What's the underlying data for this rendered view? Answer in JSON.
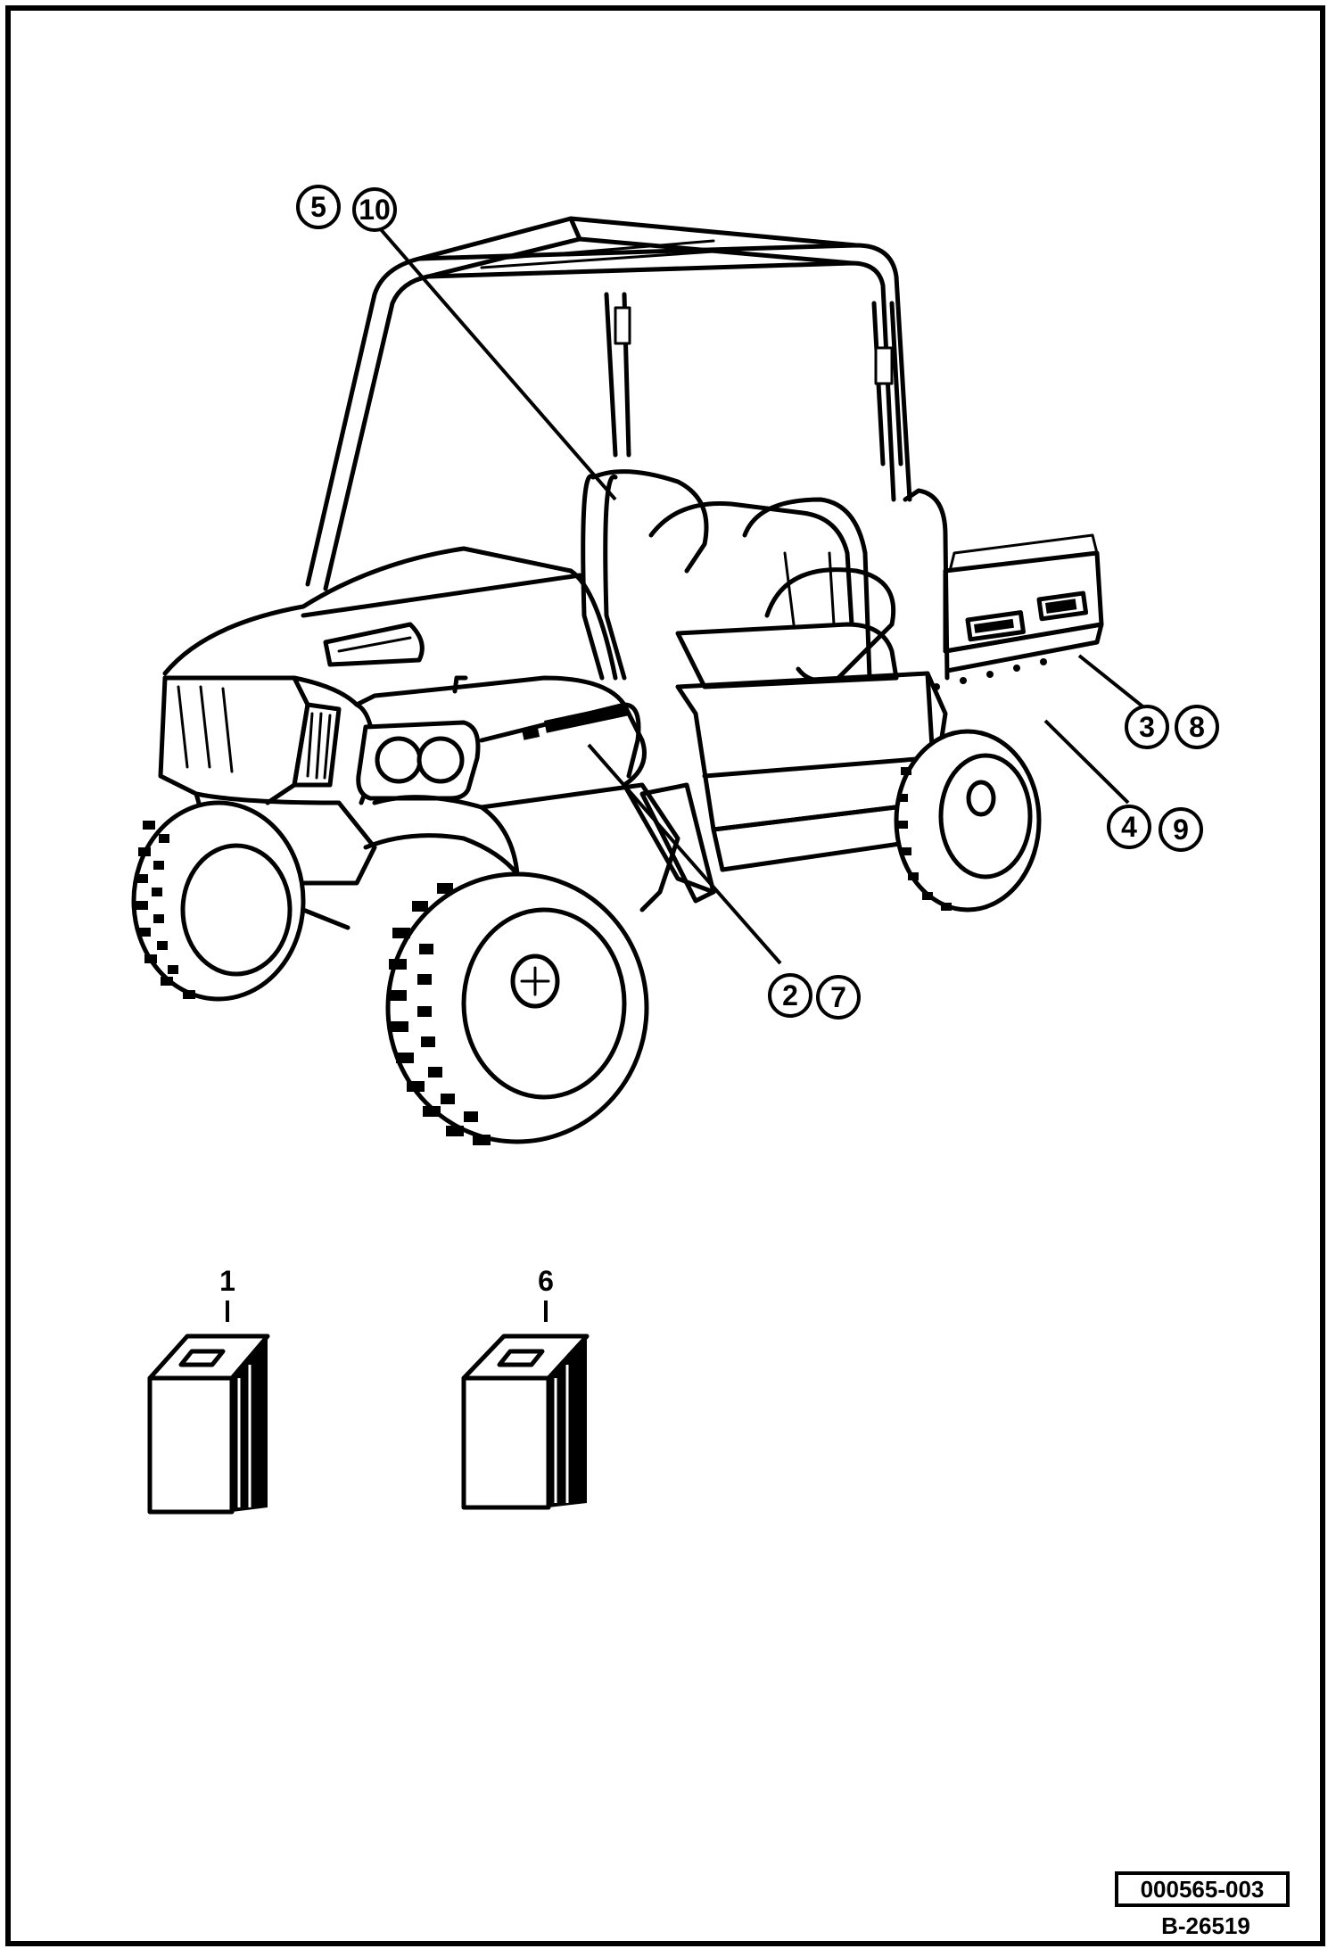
{
  "callouts": [
    {
      "first": "5",
      "second": "10"
    },
    {
      "first": "3",
      "second": "8"
    },
    {
      "first": "4",
      "second": "9"
    },
    {
      "first": "2",
      "second": "7"
    }
  ],
  "decal_labels": {
    "first": "1",
    "second": "6"
  },
  "footer": {
    "part_number": "000565-003",
    "drawing_number": "B-26519"
  }
}
